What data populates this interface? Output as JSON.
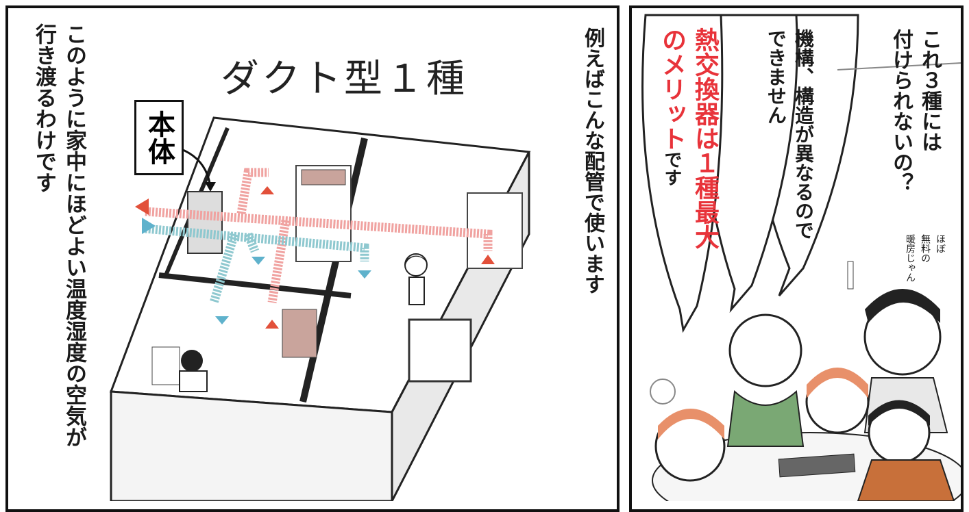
{
  "left_panel": {
    "title": "ダクト型１種",
    "label_unit": "本体",
    "caption_right": "例えばこんな配管で使います",
    "caption_left_1": "このように家中にほどよい温度湿度の空気が",
    "caption_left_2": "行き渡るわけです"
  },
  "right_panel": {
    "bubble_1_line_1": "これ３種には",
    "bubble_1_line_2": "付けられないの？",
    "bubble_2_line_1": "機構、構造が異なるので",
    "bubble_2_line_2": "できません",
    "bubble_3_line_1": "熱交換器は１種最大",
    "bubble_3_line_2": "のメリット",
    "bubble_3_line_2_tail": "です",
    "aside_line_1": "ほぼ",
    "aside_line_2": "無料の",
    "aside_line_3": "暖房じゃん"
  },
  "colors": {
    "warm_duct": "#f0a2a0",
    "cool_duct": "#8ec8cf",
    "warm_arrow": "#e2503a",
    "cool_arrow": "#5fb2cc",
    "emphasis_text": "#e8333a"
  }
}
